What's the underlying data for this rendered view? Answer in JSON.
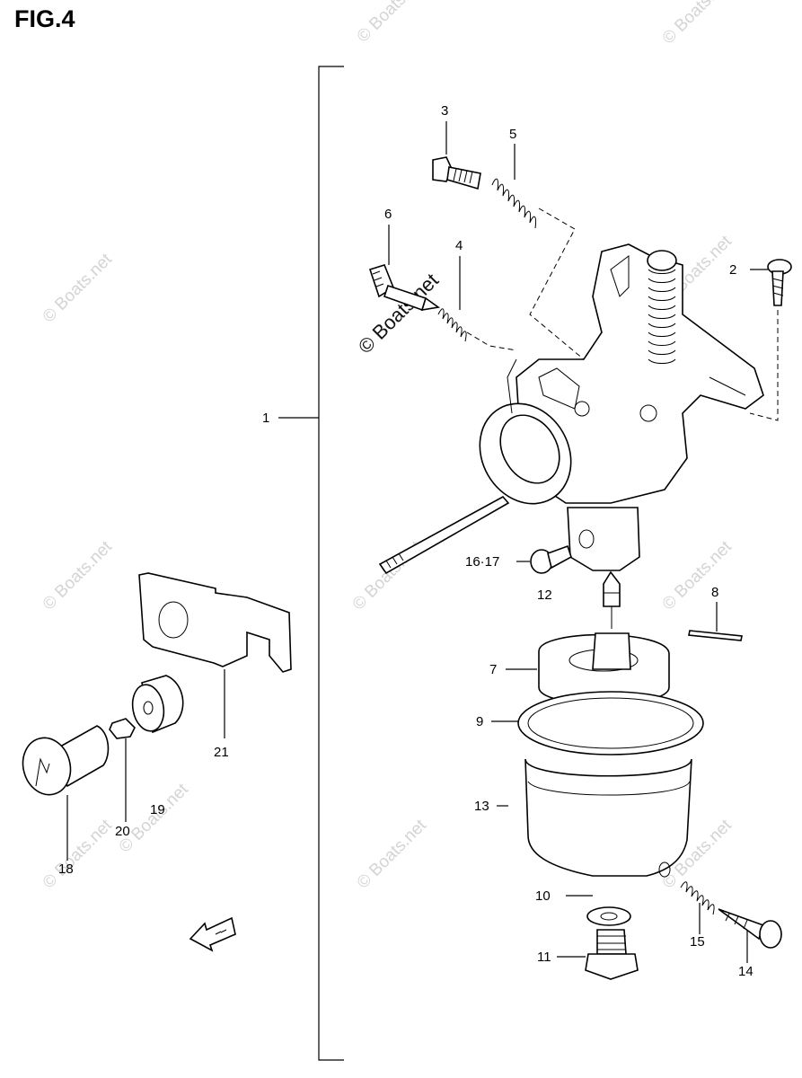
{
  "figure": {
    "title": "FIG.4"
  },
  "watermark": {
    "text": "© Boats.net"
  },
  "callouts": [
    {
      "id": "c1",
      "label": "1"
    },
    {
      "id": "c2",
      "label": "2"
    },
    {
      "id": "c3",
      "label": "3"
    },
    {
      "id": "c4",
      "label": "4"
    },
    {
      "id": "c5",
      "label": "5"
    },
    {
      "id": "c6",
      "label": "6"
    },
    {
      "id": "c7",
      "label": "7"
    },
    {
      "id": "c8",
      "label": "8"
    },
    {
      "id": "c9",
      "label": "9"
    },
    {
      "id": "c10",
      "label": "10"
    },
    {
      "id": "c11",
      "label": "11"
    },
    {
      "id": "c12",
      "label": "12"
    },
    {
      "id": "c13",
      "label": "13"
    },
    {
      "id": "c14",
      "label": "14"
    },
    {
      "id": "c15",
      "label": "15"
    },
    {
      "id": "c1617",
      "label": "16·17"
    },
    {
      "id": "c18",
      "label": "18"
    },
    {
      "id": "c19",
      "label": "19"
    },
    {
      "id": "c20",
      "label": "20"
    },
    {
      "id": "c21",
      "label": "21"
    }
  ]
}
